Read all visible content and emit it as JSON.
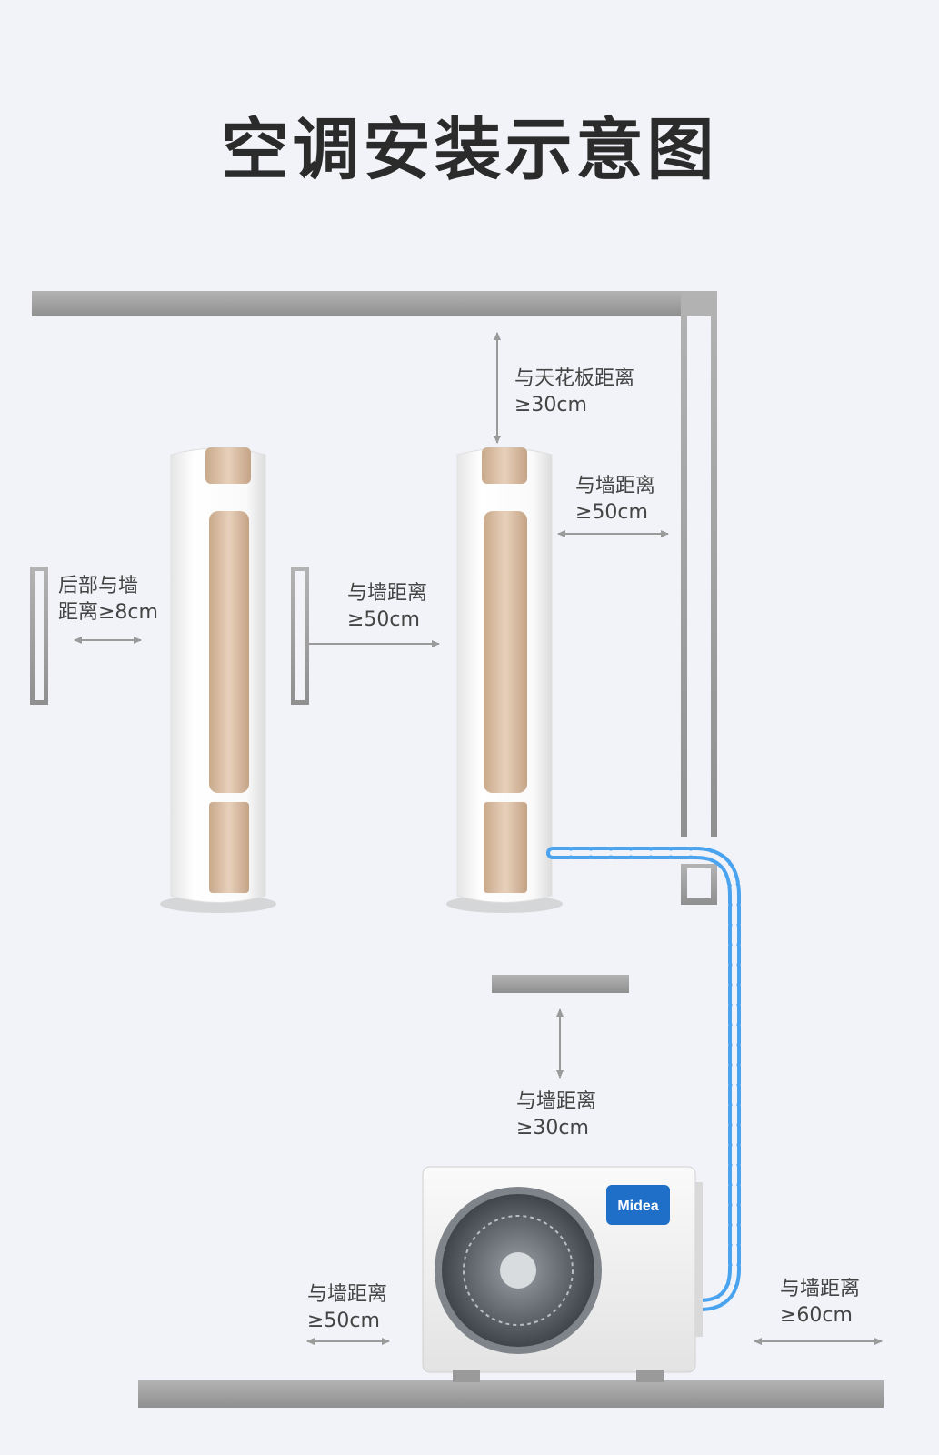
{
  "title": "空调安装示意图",
  "brand": {
    "logo_text": "Midea",
    "logo_color": "#1f6fc8"
  },
  "colors": {
    "wall": "#9a9a9a",
    "pipe": "#4aa3ef",
    "unit_accent": "#d9b99b"
  },
  "labels": {
    "back_wall": {
      "line1": "后部与墙",
      "line2": "距离≥8cm"
    },
    "side_wall_left": {
      "line1": "与墙距离",
      "line2": "≥50cm"
    },
    "ceiling": {
      "line1": "与天花板距离",
      "line2": "≥30cm"
    },
    "side_wall_right": {
      "line1": "与墙距离",
      "line2": "≥50cm"
    },
    "outdoor_top": {
      "line1": "与墙距离",
      "line2": "≥30cm"
    },
    "outdoor_left": {
      "line1": "与墙距离",
      "line2": "≥50cm"
    },
    "outdoor_right": {
      "line1": "与墙距离",
      "line2": "≥60cm"
    }
  }
}
